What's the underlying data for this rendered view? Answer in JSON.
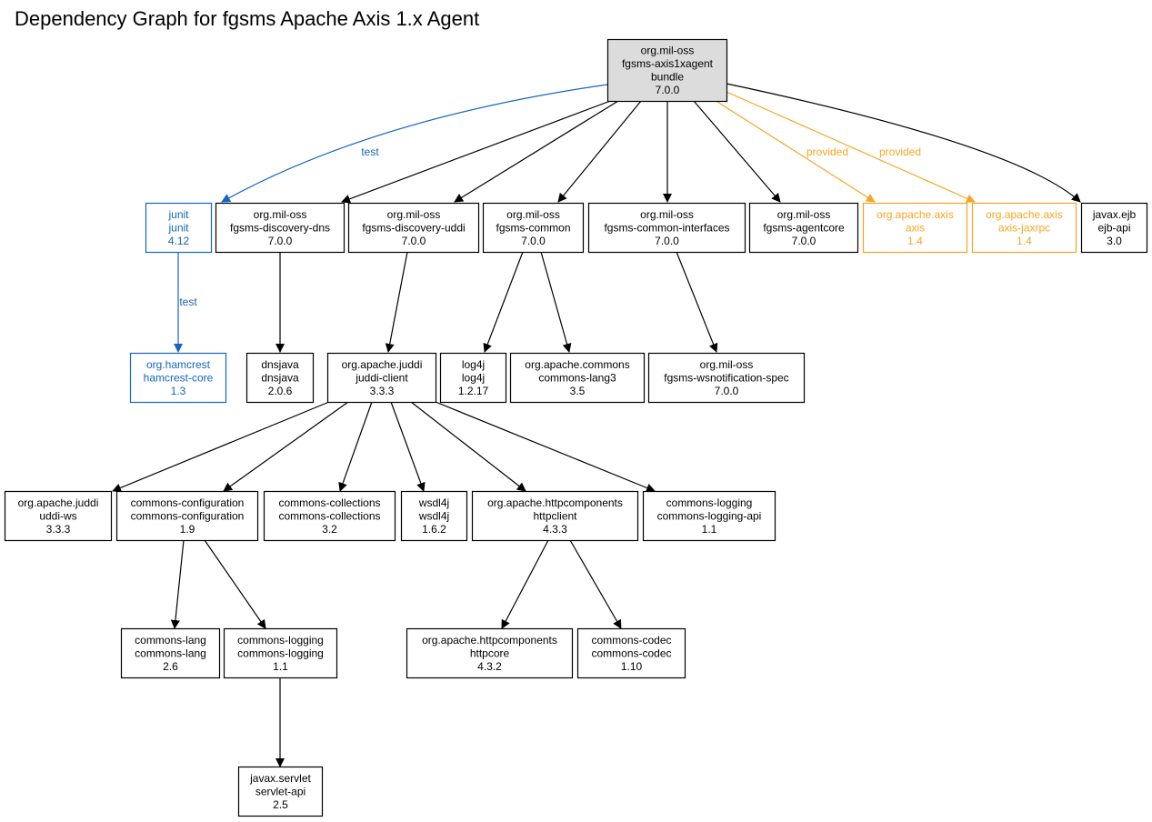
{
  "title": "Dependency Graph for fgsms Apache Axis 1.x Agent",
  "colors": {
    "compile": "#000000",
    "test": "#1565c0",
    "provided": "#f5a623",
    "root_fill": "#dcdcdc",
    "node_fill": "#ffffff"
  },
  "nodes": [
    {
      "id": "root",
      "lines": [
        "org.mil-oss",
        "fgsms-axis1xagent",
        "bundle",
        "7.0.0"
      ],
      "scope": "root"
    },
    {
      "id": "junit",
      "lines": [
        "junit",
        "junit",
        "4.12"
      ],
      "scope": "test"
    },
    {
      "id": "disc-dns",
      "lines": [
        "org.mil-oss",
        "fgsms-discovery-dns",
        "7.0.0"
      ],
      "scope": "compile"
    },
    {
      "id": "disc-uddi",
      "lines": [
        "org.mil-oss",
        "fgsms-discovery-uddi",
        "7.0.0"
      ],
      "scope": "compile"
    },
    {
      "id": "common",
      "lines": [
        "org.mil-oss",
        "fgsms-common",
        "7.0.0"
      ],
      "scope": "compile"
    },
    {
      "id": "common-if",
      "lines": [
        "org.mil-oss",
        "fgsms-common-interfaces",
        "7.0.0"
      ],
      "scope": "compile"
    },
    {
      "id": "agentcore",
      "lines": [
        "org.mil-oss",
        "fgsms-agentcore",
        "7.0.0"
      ],
      "scope": "compile"
    },
    {
      "id": "axis",
      "lines": [
        "org.apache.axis",
        "axis",
        "1.4"
      ],
      "scope": "provided"
    },
    {
      "id": "axis-jaxrpc",
      "lines": [
        "org.apache.axis",
        "axis-jaxrpc",
        "1.4"
      ],
      "scope": "provided"
    },
    {
      "id": "ejb",
      "lines": [
        "javax.ejb",
        "ejb-api",
        "3.0"
      ],
      "scope": "compile"
    },
    {
      "id": "hamcrest",
      "lines": [
        "org.hamcrest",
        "hamcrest-core",
        "1.3"
      ],
      "scope": "test"
    },
    {
      "id": "dnsjava",
      "lines": [
        "dnsjava",
        "dnsjava",
        "2.0.6"
      ],
      "scope": "compile"
    },
    {
      "id": "juddi-client",
      "lines": [
        "org.apache.juddi",
        "juddi-client",
        "3.3.3"
      ],
      "scope": "compile"
    },
    {
      "id": "log4j",
      "lines": [
        "log4j",
        "log4j",
        "1.2.17"
      ],
      "scope": "compile"
    },
    {
      "id": "lang3",
      "lines": [
        "org.apache.commons",
        "commons-lang3",
        "3.5"
      ],
      "scope": "compile"
    },
    {
      "id": "wsnotif",
      "lines": [
        "org.mil-oss",
        "fgsms-wsnotification-spec",
        "7.0.0"
      ],
      "scope": "compile"
    },
    {
      "id": "uddi-ws",
      "lines": [
        "org.apache.juddi",
        "uddi-ws",
        "3.3.3"
      ],
      "scope": "compile"
    },
    {
      "id": "config",
      "lines": [
        "commons-configuration",
        "commons-configuration",
        "1.9"
      ],
      "scope": "compile"
    },
    {
      "id": "collections",
      "lines": [
        "commons-collections",
        "commons-collections",
        "3.2"
      ],
      "scope": "compile"
    },
    {
      "id": "wsdl4j",
      "lines": [
        "wsdl4j",
        "wsdl4j",
        "1.6.2"
      ],
      "scope": "compile"
    },
    {
      "id": "httpclient",
      "lines": [
        "org.apache.httpcomponents",
        "httpclient",
        "4.3.3"
      ],
      "scope": "compile"
    },
    {
      "id": "logging-api",
      "lines": [
        "commons-logging",
        "commons-logging-api",
        "1.1"
      ],
      "scope": "compile"
    },
    {
      "id": "lang",
      "lines": [
        "commons-lang",
        "commons-lang",
        "2.6"
      ],
      "scope": "compile"
    },
    {
      "id": "logging",
      "lines": [
        "commons-logging",
        "commons-logging",
        "1.1"
      ],
      "scope": "compile"
    },
    {
      "id": "httpcore",
      "lines": [
        "org.apache.httpcomponents",
        "httpcore",
        "4.3.2"
      ],
      "scope": "compile"
    },
    {
      "id": "codec",
      "lines": [
        "commons-codec",
        "commons-codec",
        "1.10"
      ],
      "scope": "compile"
    },
    {
      "id": "servlet",
      "lines": [
        "javax.servlet",
        "servlet-api",
        "2.5"
      ],
      "scope": "compile"
    }
  ],
  "edges": [
    {
      "from": "root",
      "to": "junit",
      "scope": "test",
      "label": "test"
    },
    {
      "from": "root",
      "to": "disc-dns",
      "scope": "compile",
      "label": ""
    },
    {
      "from": "root",
      "to": "disc-uddi",
      "scope": "compile",
      "label": ""
    },
    {
      "from": "root",
      "to": "common",
      "scope": "compile",
      "label": ""
    },
    {
      "from": "root",
      "to": "common-if",
      "scope": "compile",
      "label": ""
    },
    {
      "from": "root",
      "to": "agentcore",
      "scope": "compile",
      "label": ""
    },
    {
      "from": "root",
      "to": "axis",
      "scope": "provided",
      "label": "provided"
    },
    {
      "from": "root",
      "to": "axis-jaxrpc",
      "scope": "provided",
      "label": "provided"
    },
    {
      "from": "root",
      "to": "ejb",
      "scope": "compile",
      "label": ""
    },
    {
      "from": "junit",
      "to": "hamcrest",
      "scope": "test",
      "label": "test"
    },
    {
      "from": "disc-dns",
      "to": "dnsjava",
      "scope": "compile",
      "label": ""
    },
    {
      "from": "disc-uddi",
      "to": "juddi-client",
      "scope": "compile",
      "label": ""
    },
    {
      "from": "common",
      "to": "log4j",
      "scope": "compile",
      "label": ""
    },
    {
      "from": "common",
      "to": "lang3",
      "scope": "compile",
      "label": ""
    },
    {
      "from": "common-if",
      "to": "wsnotif",
      "scope": "compile",
      "label": ""
    },
    {
      "from": "juddi-client",
      "to": "uddi-ws",
      "scope": "compile",
      "label": ""
    },
    {
      "from": "juddi-client",
      "to": "config",
      "scope": "compile",
      "label": ""
    },
    {
      "from": "juddi-client",
      "to": "collections",
      "scope": "compile",
      "label": ""
    },
    {
      "from": "juddi-client",
      "to": "wsdl4j",
      "scope": "compile",
      "label": ""
    },
    {
      "from": "juddi-client",
      "to": "httpclient",
      "scope": "compile",
      "label": ""
    },
    {
      "from": "juddi-client",
      "to": "logging-api",
      "scope": "compile",
      "label": ""
    },
    {
      "from": "config",
      "to": "lang",
      "scope": "compile",
      "label": ""
    },
    {
      "from": "config",
      "to": "logging",
      "scope": "compile",
      "label": ""
    },
    {
      "from": "httpclient",
      "to": "httpcore",
      "scope": "compile",
      "label": ""
    },
    {
      "from": "httpclient",
      "to": "codec",
      "scope": "compile",
      "label": ""
    },
    {
      "from": "logging",
      "to": "servlet",
      "scope": "compile",
      "label": ""
    }
  ]
}
